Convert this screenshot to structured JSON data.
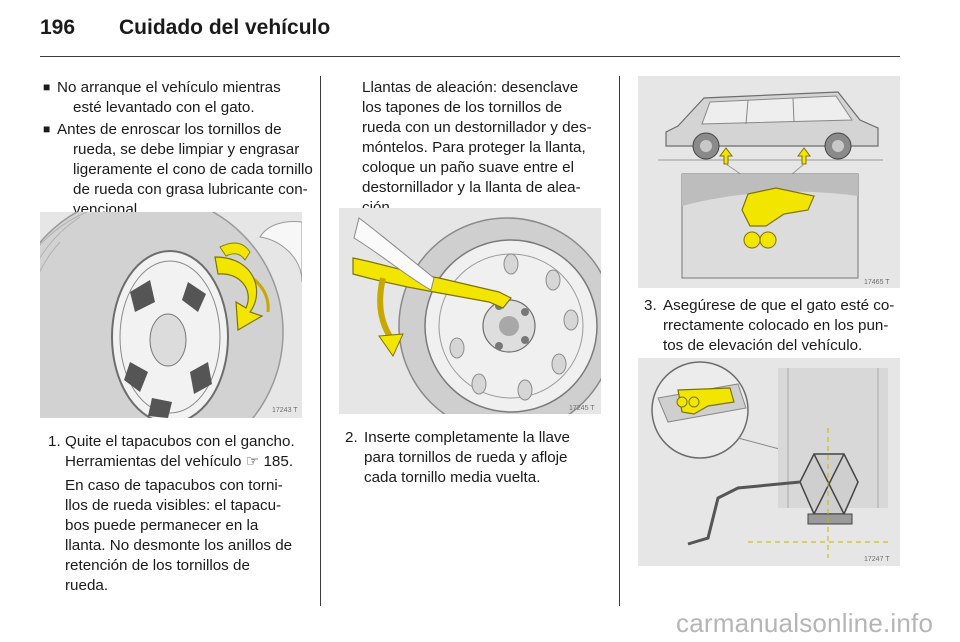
{
  "header": {
    "page_number": "196",
    "title": "Cuidado del vehículo"
  },
  "col1": {
    "bullet_symbol": "■",
    "bullet1": [
      "No arranque el vehículo mientras",
      "esté levantado con el gato."
    ],
    "bullet2": [
      "Antes de enroscar los tornillos de",
      "rueda, se debe limpiar y engrasar",
      "ligeramente el cono de cada tornillo",
      "de rueda con grasa lubricante con-",
      "vencional."
    ],
    "figure_code": "17243 T",
    "step1_number": "1.",
    "step1": [
      "Quite el tapacubos con el gancho.",
      "Herramientas del vehículo ☞ 185."
    ],
    "note": [
      "En caso de tapacubos con torni-",
      "llos de rueda visibles: el tapacu-",
      "bos puede permanecer en la",
      "llanta. No desmonte los anillos de",
      "retención de los tornillos de",
      "rueda."
    ]
  },
  "col2": {
    "intro": [
      "Llantas de aleación: desenclave",
      "los tapones de los tornillos de",
      "rueda con un destornillador y des-",
      "móntelos. Para proteger la llanta,",
      "coloque un paño suave entre el",
      "destornillador y la llanta de alea-",
      "ción."
    ],
    "figure_code": "17245 T",
    "step2_number": "2.",
    "step2": [
      "Inserte completamente la llave",
      "para tornillos de rueda y afloje",
      "cada tornillo media vuelta."
    ]
  },
  "col3": {
    "figure1_code": "17465 T",
    "step3_number": "3.",
    "step3": [
      "Asegúrese de que el gato esté co-",
      "rrectamente colocado en los pun-",
      "tos de elevación del vehículo."
    ],
    "figure2_code": "17247 T"
  },
  "watermark": "carmanualsonline.info",
  "colors": {
    "highlight_yellow": "#f2e600",
    "figure_gray": "#e4e4e4",
    "rule": "#3a3a3a"
  }
}
